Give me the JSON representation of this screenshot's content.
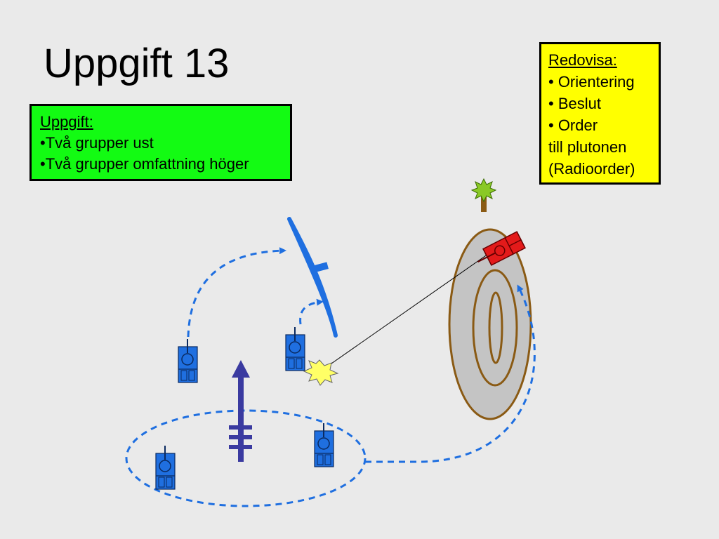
{
  "slide": {
    "title": "Uppgift 13"
  },
  "task_box": {
    "heading": "Uppgift:",
    "items": [
      "•Två grupper ust",
      "•Två grupper omfattning höger"
    ],
    "background": "#13fb13"
  },
  "report_box": {
    "heading": "Redovisa:",
    "items": [
      "• Orientering",
      "• Beslut",
      "• Order"
    ],
    "footer_lines": [
      "till plutonen",
      "(Radioorder)"
    ],
    "background": "#ffff00"
  },
  "colors": {
    "friendly": "#1f6fe0",
    "enemy": "#e31a1a",
    "terrain_fill": "#c4c4c4",
    "terrain_line": "#8a5a14",
    "route": "#1f6fe0",
    "ditch": "#1f6fe0",
    "leader_symbol": "#3a3aa0"
  },
  "icons": [
    "tank-icon",
    "enemy-tank-icon",
    "tree-icon",
    "explosion-icon",
    "arrow-up-icon"
  ]
}
